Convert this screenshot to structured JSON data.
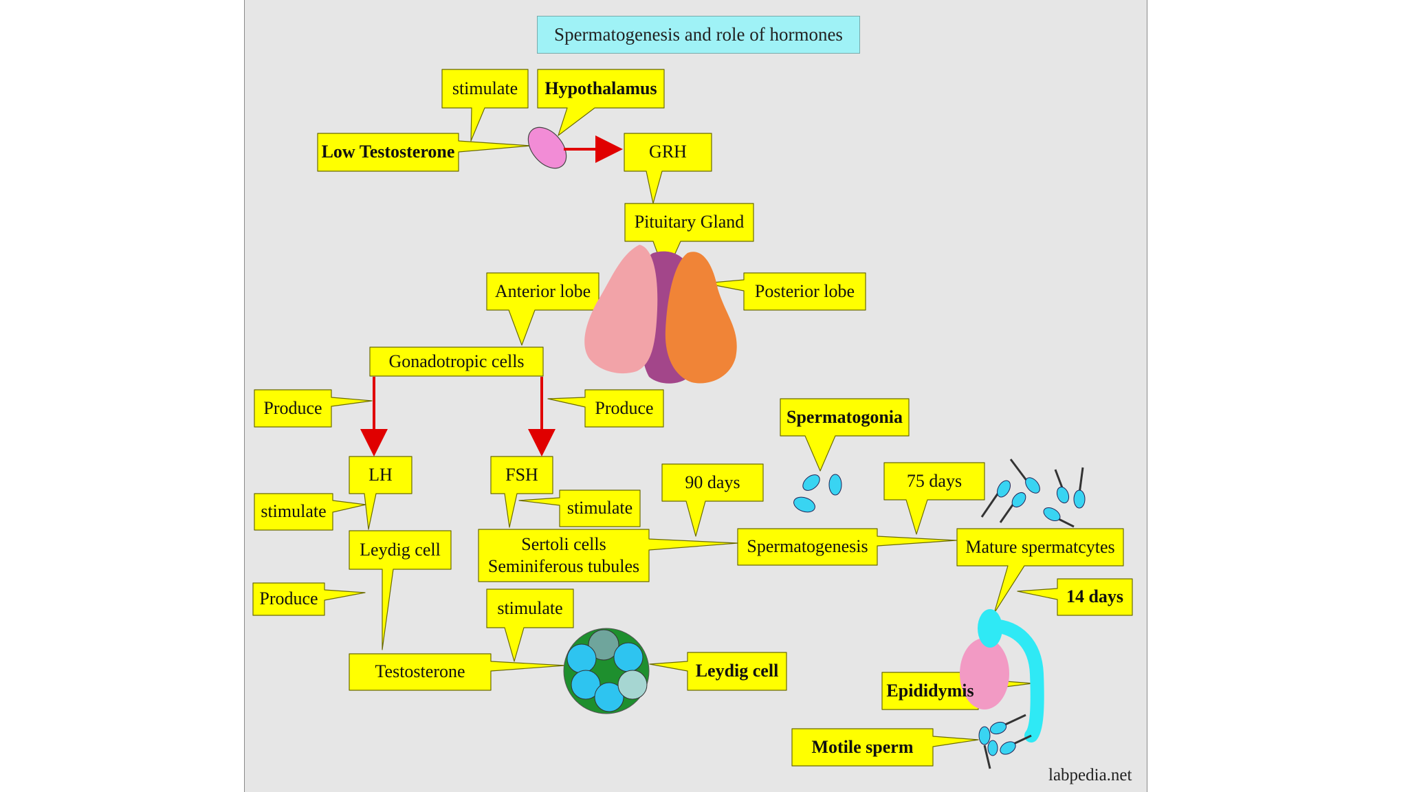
{
  "title": "Spermatogenesis and role of hormones",
  "credit": "labpedia.net",
  "colors": {
    "callout_fill": "#ffff00",
    "arrow": "#e00000",
    "anterior_lobe": "#f2a3a8",
    "middle_lobe": "#a3468a",
    "posterior_lobe": "#f08437",
    "hypothalamus": "#f28cd6",
    "sperm": "#39d4f2",
    "tubule_outer": "#1e8f2e",
    "epididymis_duct": "#2fe9f5",
    "epididymis_body": "#f29ac4"
  },
  "callouts": {
    "stimulate_1": "stimulate",
    "hypothalamus": "Hypothalamus",
    "low_testosterone": "Low Testosterone",
    "grh": "GRH",
    "pituitary_gland": "Pituitary Gland",
    "anterior_lobe": "Anterior lobe",
    "posterior_lobe": "Posterior lobe",
    "gonadotropic_cells": "Gonadotropic cells",
    "produce_lh": "Produce",
    "produce_fsh": "Produce",
    "lh": "LH",
    "fsh": "FSH",
    "stimulate_lh": "stimulate",
    "stimulate_fsh": "stimulate",
    "leydig_cell": "Leydig cell",
    "sertoli_line1": "Sertoli cells",
    "sertoli_line2": "Seminiferous tubules",
    "produce_testosterone": "Produce",
    "testosterone": "Testosterone",
    "stimulate_testosterone": "stimulate",
    "leydig_cell_2": "Leydig cell",
    "days_90": "90 days",
    "spermatogonia": "Spermatogonia",
    "spermatogenesis": "Spermatogenesis",
    "days_75": "75 days",
    "mature_spermatocytes": "Mature spermatcytes",
    "days_14": "14 days",
    "epididymis": "Epididymis",
    "motile_sperm": "Motile sperm"
  }
}
